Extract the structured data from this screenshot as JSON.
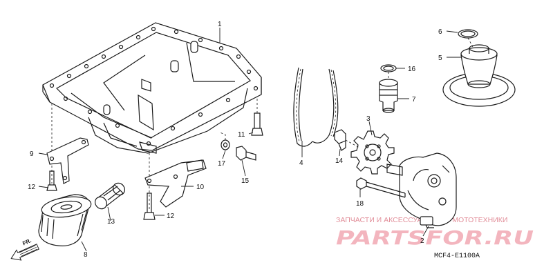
{
  "callouts": {
    "c1": "1",
    "c2": "2",
    "c3": "3",
    "c4": "4",
    "c5": "5",
    "c6": "6",
    "c7": "7",
    "c8": "8",
    "c9": "9",
    "c10": "10",
    "c11": "11",
    "c12a": "12",
    "c12b": "12",
    "c13": "13",
    "c14": "14",
    "c15": "15",
    "c16": "16",
    "c17": "17",
    "c18": "18"
  },
  "diagram_code": "MCF4-E1100A",
  "front_marker": "FR.",
  "watermark": {
    "top_line": "ЗАПЧАСТИ И АКСЕССУАРЫ ДЛЯ МОТОТЕХНИКИ",
    "brand": "PARTSFOR.RU"
  },
  "colors": {
    "line": "#1a1a1a",
    "watermark": "#f2a9b3"
  }
}
